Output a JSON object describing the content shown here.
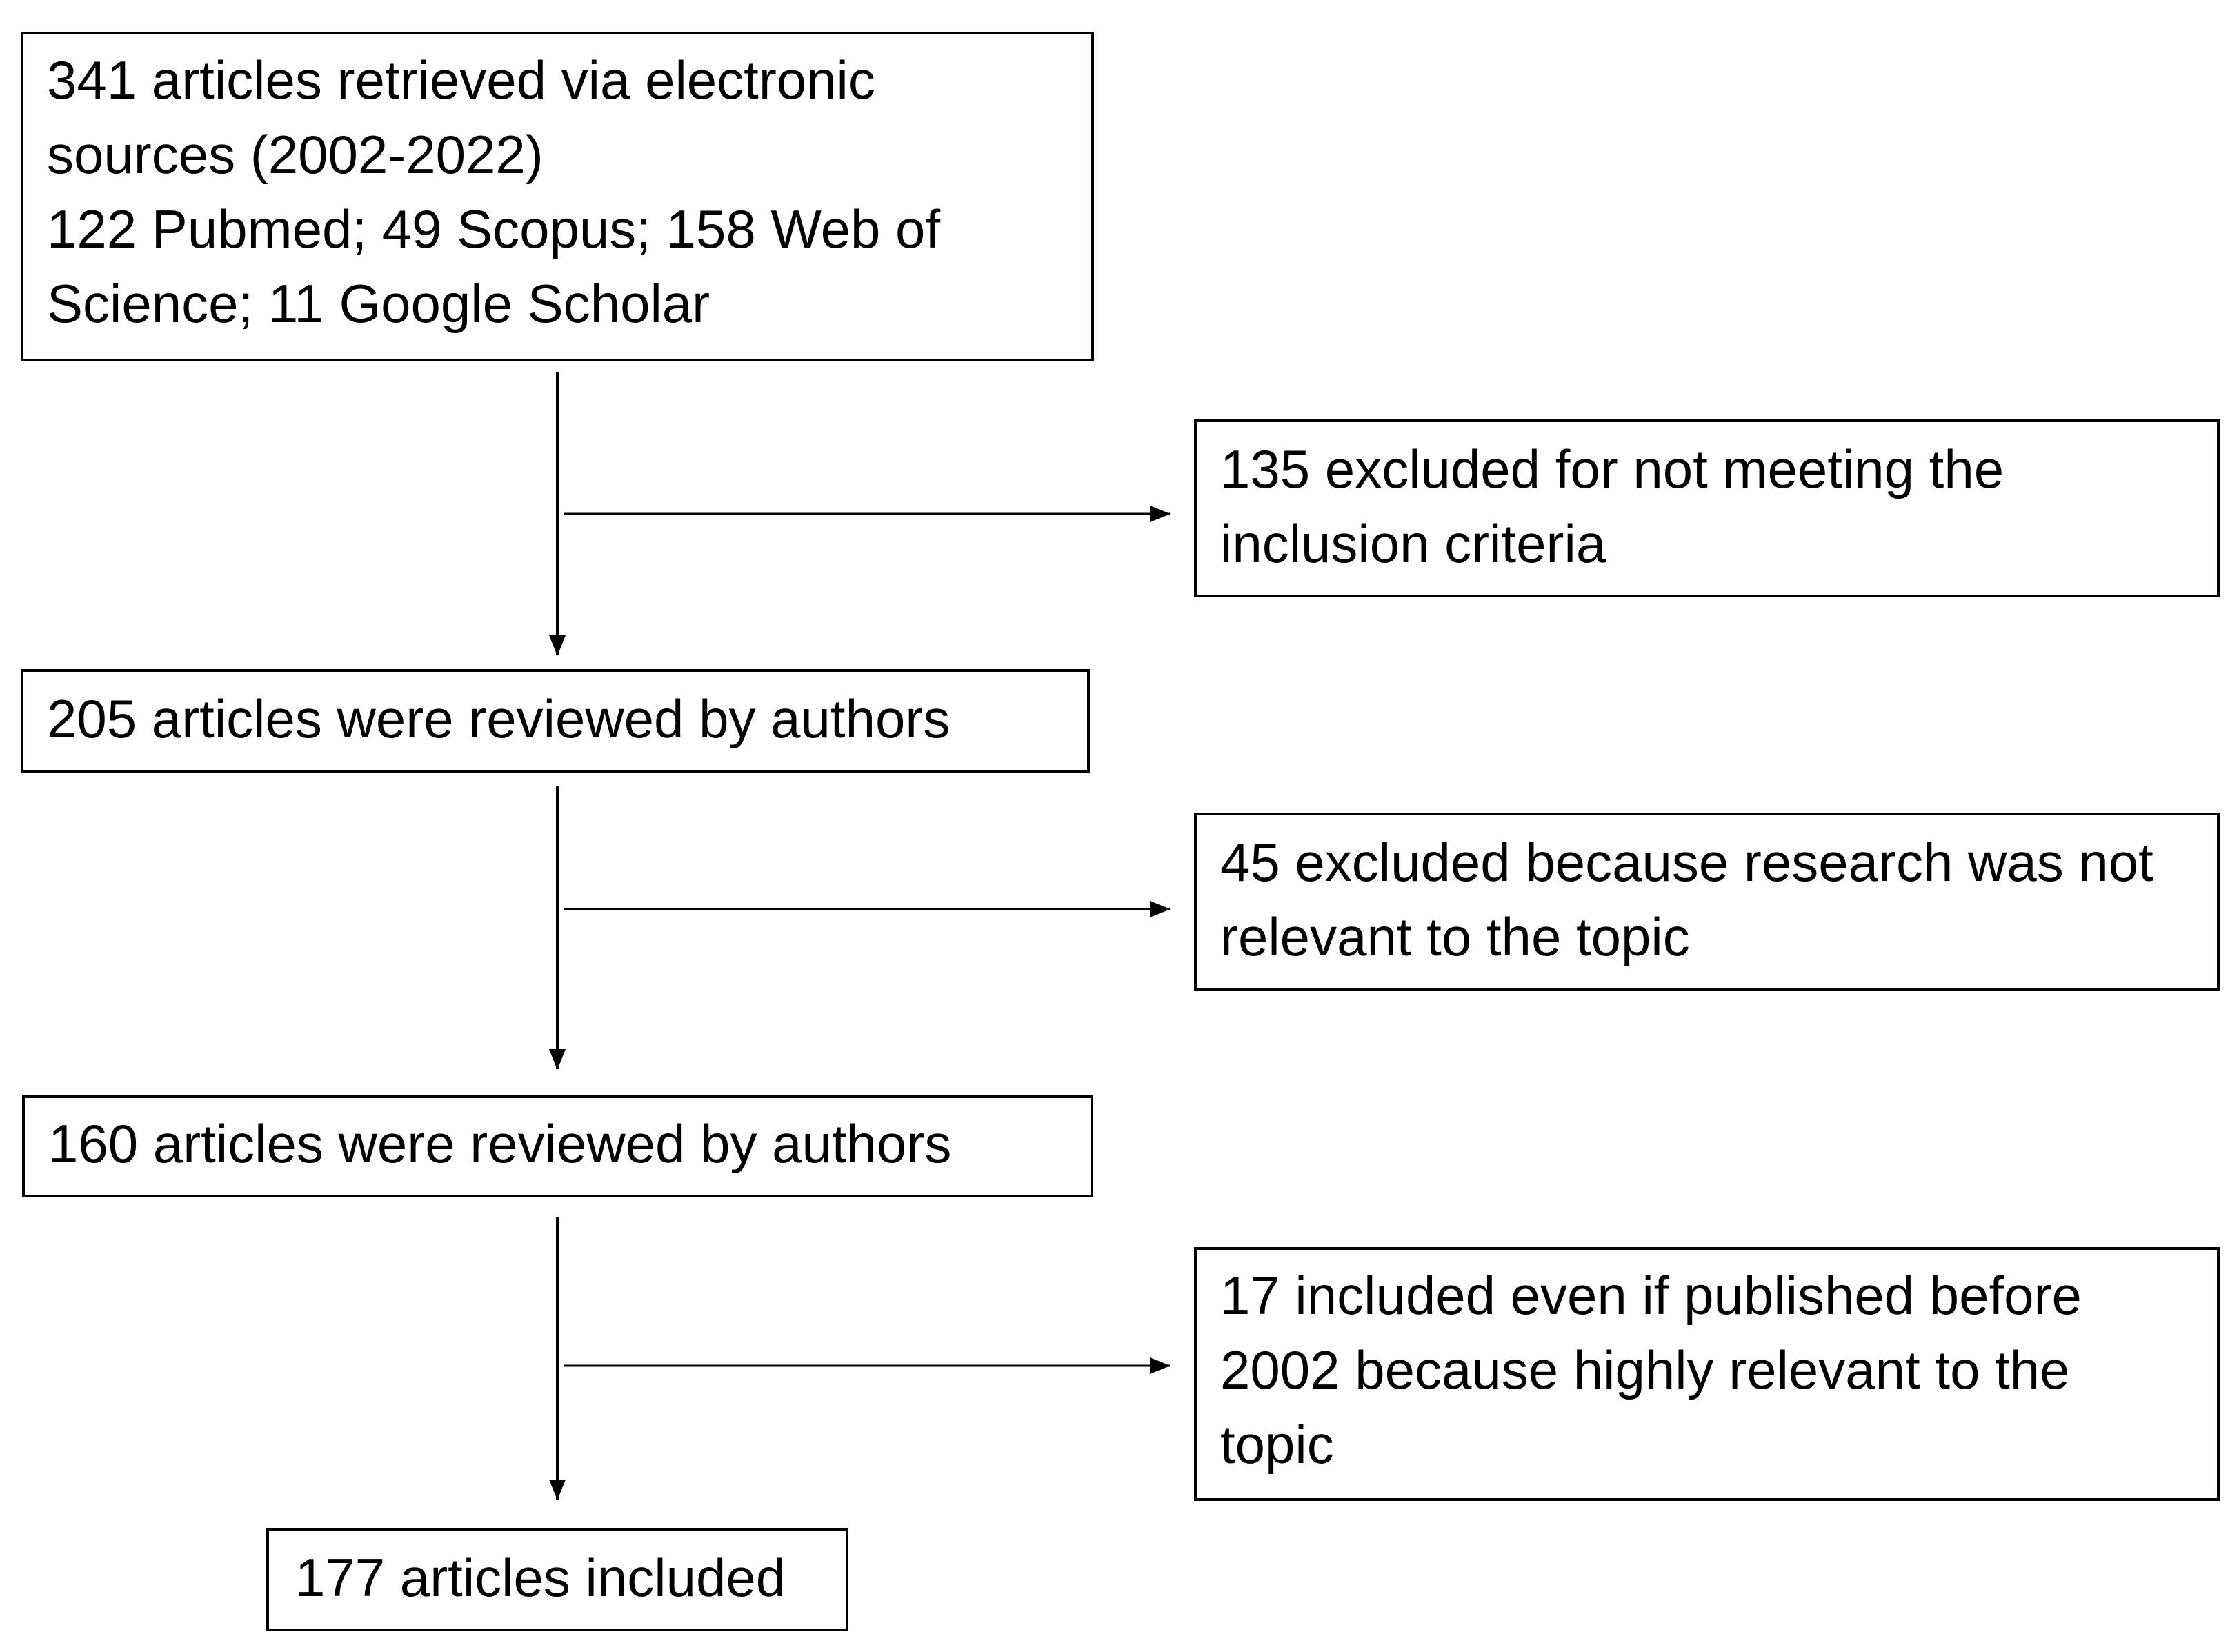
{
  "flowchart": {
    "boxes": {
      "retrieved": {
        "lines": [
          "341 articles retrieved via electronic",
          "sources (2002-2022)",
          "122 Pubmed; 49 Scopus; 158 Web of",
          "Science; 11 Google Scholar"
        ]
      },
      "excluded_criteria": {
        "lines": [
          "135 excluded for not meeting the",
          "inclusion criteria"
        ]
      },
      "reviewed_first": {
        "lines": [
          "205 articles were reviewed by authors"
        ]
      },
      "excluded_relevance": {
        "lines": [
          "45 excluded because research was not",
          "relevant to the topic"
        ]
      },
      "reviewed_second": {
        "lines": [
          "160 articles were reviewed by authors"
        ]
      },
      "included_pre2002": {
        "lines": [
          "17 included even if published before",
          "2002 because highly relevant to the",
          "topic"
        ]
      },
      "final_included": {
        "lines": [
          "177 articles included"
        ]
      }
    },
    "colors": {
      "stroke": "#000000",
      "background": "#ffffff"
    }
  }
}
